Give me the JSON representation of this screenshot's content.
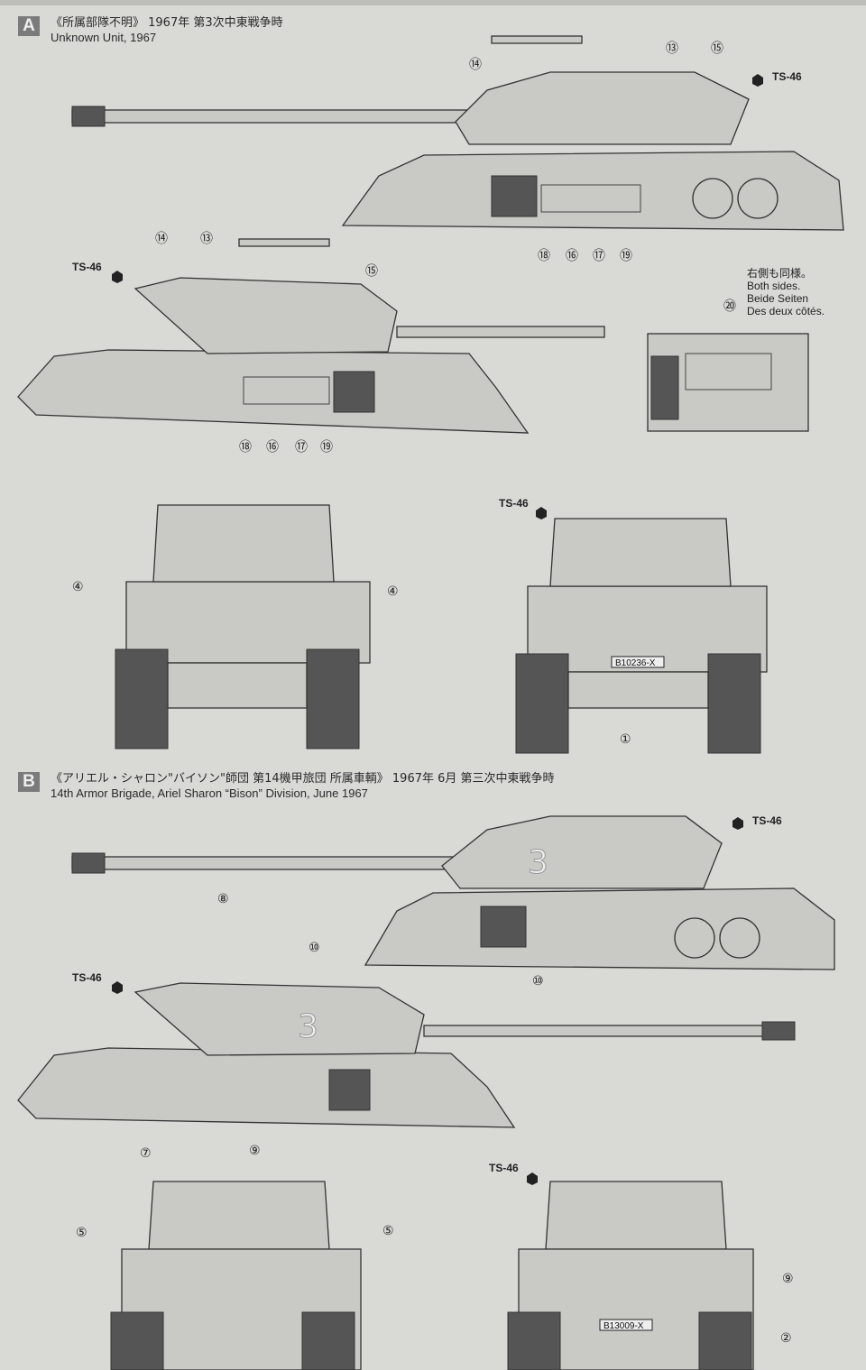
{
  "scheme_a": {
    "letter": "A",
    "title_jp": "《所属部隊不明》 1967年 第3次中東戦争時",
    "title_en": "Unknown Unit, 1967",
    "side1_callouts": [
      "⑭",
      "⑬",
      "⑮",
      "⑱",
      "⑯",
      "⑰",
      "⑲"
    ],
    "side2_callouts": [
      "⑭",
      "⑬",
      "⑮",
      "⑱",
      "⑯",
      "⑰",
      "⑲"
    ],
    "detail_callout": "⑳",
    "detail_note": {
      "jp": "右側も同様。",
      "en": "Both sides.",
      "de": "Beide Seiten",
      "fr": "Des deux côtés."
    },
    "front_callouts": [
      "④",
      "④"
    ],
    "rear_callout": "①",
    "rear_plate": "B10236-X",
    "paint_code": "TS-46"
  },
  "scheme_b": {
    "letter": "B",
    "title_jp": "《アリエル・シャロン\"バイソン\"師団 第14機甲旅団 所属車輌》 1967年 6月 第三次中東戦争時",
    "title_en": "14th Armor Brigade, Ariel Sharon “Bison” Division, June 1967",
    "side1_callouts": [
      "⑧",
      "⑩"
    ],
    "side2_callouts": [
      "⑩"
    ],
    "turret_number": "3",
    "front_callouts": [
      "⑦",
      "⑨",
      "⑤",
      "⑤"
    ],
    "rear_callouts": [
      "⑨",
      "②"
    ],
    "rear_plate": "B13009-X",
    "paint_code": "TS-46"
  },
  "colors": {
    "paper": "#d9d9d6",
    "tank": "#c9c9c5",
    "ink": "#333333",
    "badge": "#7b7b7b"
  }
}
